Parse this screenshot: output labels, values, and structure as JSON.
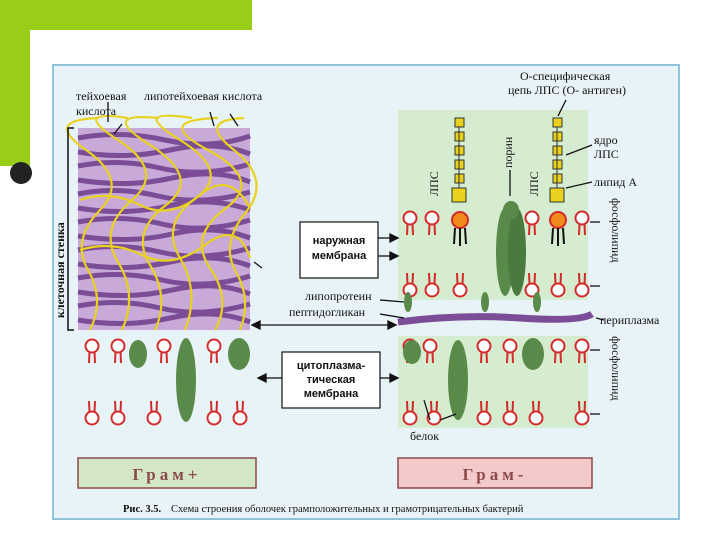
{
  "labels": {
    "teichoic_acid": "тейхоевая",
    "teichoic_acid_2": "кислота",
    "lipoteichoic_acid": "липотейхоевая кислота",
    "cell_wall": "клеточная стенка",
    "o_specific_1": "О-специфическая",
    "o_specific_2": "цепь ЛПС (О- антиген)",
    "lps_left": "ЛПС",
    "porin": "порин",
    "lps_right": "ЛПС",
    "core_1": "ядро",
    "core_2": "ЛПС",
    "lipid_a": "липид А",
    "outer_membrane_1": "наружная",
    "outer_membrane_2": "мембрана",
    "phospholipids_top": "фосфолипид",
    "lipoprotein": "липопротеин",
    "peptidoglycan": "пептидогликан",
    "periplasm": "периплазма",
    "cytoplasmic_1": "цитоплазма-",
    "cytoplasmic_2": "тическая",
    "cytoplasmic_3": "мембрана",
    "phospholipids_bottom": "фосфолипид",
    "protein": "белок",
    "gram_positive": "Грам+",
    "gram_negative": "Грам-",
    "caption_bold": "Рис. 3.5.",
    "caption_text": "Схема строения оболочек грамположительных и грамотрицательных бактерий"
  },
  "colors": {
    "slide_accent": "#9acd1a",
    "figure_bg": "#e8f3f7",
    "wall_purple": "#7b4d96",
    "wall_light": "#c8a9d8",
    "teichoic_yellow": "#e8d21e",
    "gram_pos_box": "#d4e6c8",
    "gram_neg_box": "#f4c9c9",
    "phospholipid_red": "#d42a2a",
    "protein_green": "#5a8a4a",
    "membrane_panel": "#d6ecd0"
  }
}
